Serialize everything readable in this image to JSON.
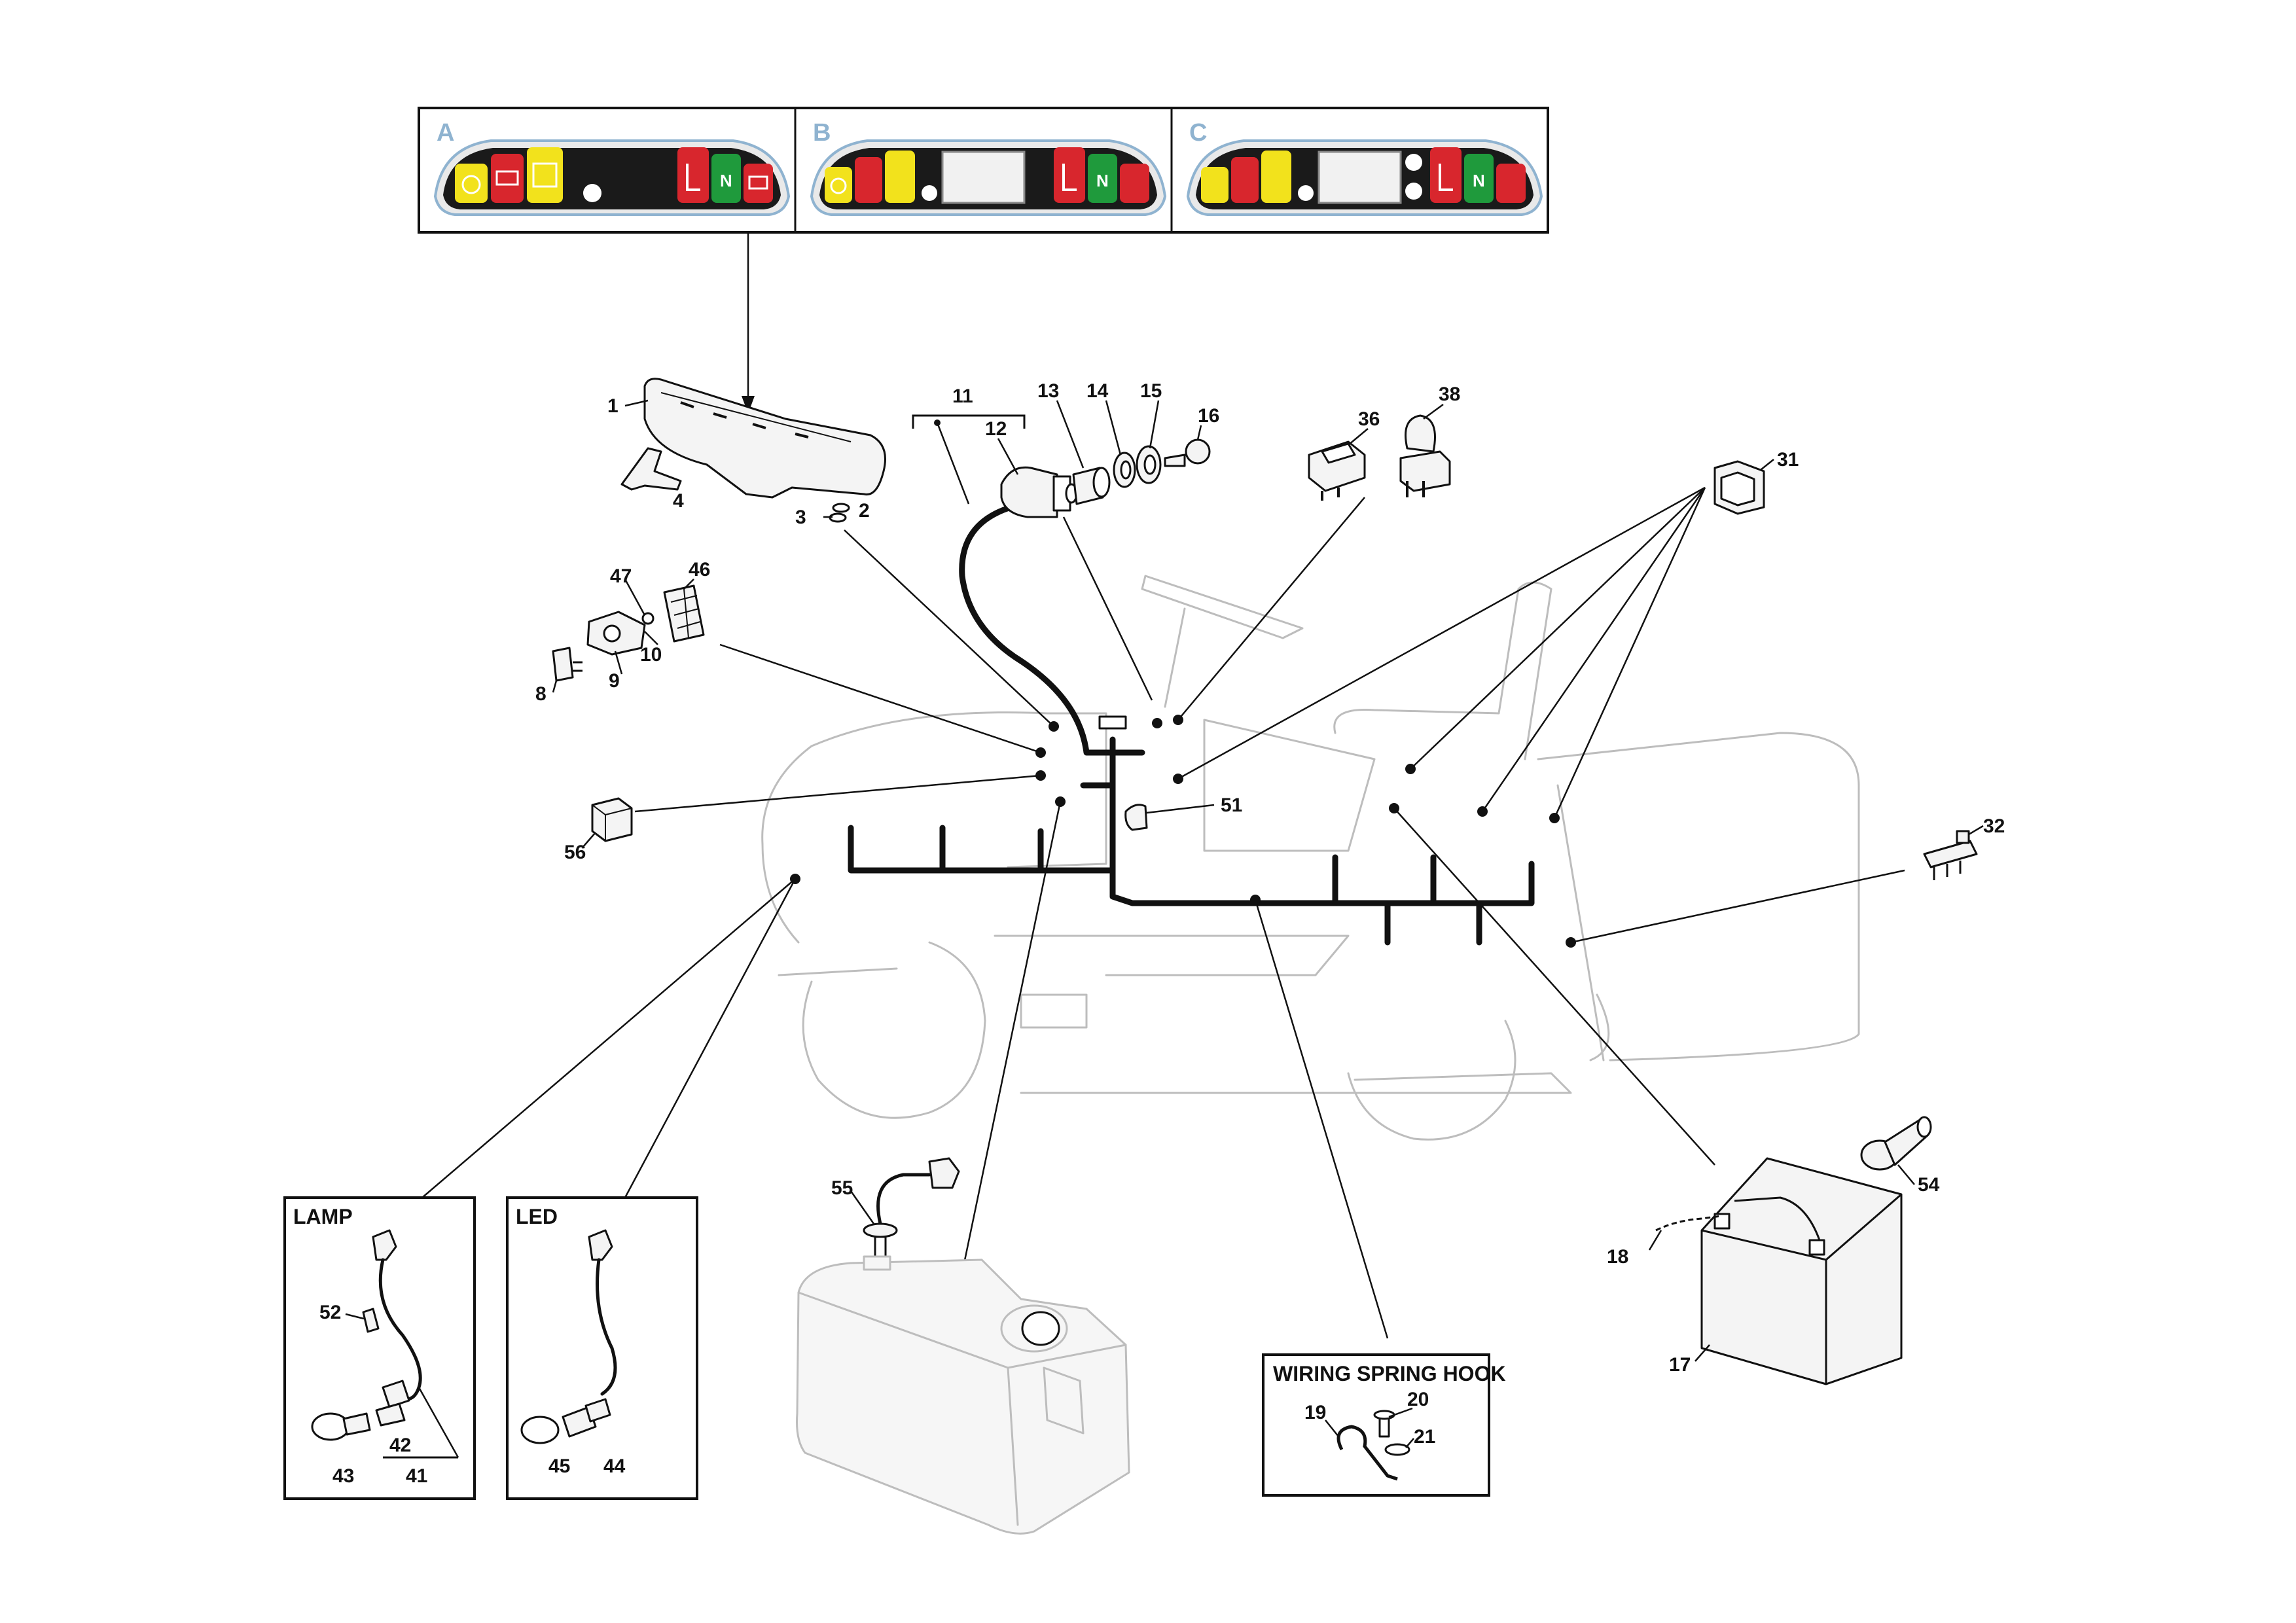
{
  "panel_variants": [
    {
      "letter": "A",
      "has_display": false,
      "has_extra_buttons": false
    },
    {
      "letter": "B",
      "has_display": true,
      "has_extra_buttons": false
    },
    {
      "letter": "C",
      "has_display": true,
      "has_extra_buttons": true
    }
  ],
  "panel_indicator_letter": "N",
  "colors": {
    "indicator_red": "#d8262d",
    "indicator_yellow": "#f2e21c",
    "indicator_green": "#1f9a3c",
    "panel_body": "#1a1a1a",
    "panel_letter": "#8fb3d0",
    "ghost_outline": "#bdbdbd"
  },
  "callouts": {
    "c1": "1",
    "c2": "2",
    "c3": "3",
    "c4": "4",
    "c8": "8",
    "c9": "9",
    "c10": "10",
    "c11": "11",
    "c12": "12",
    "c13": "13",
    "c14": "14",
    "c15": "15",
    "c16": "16",
    "c17": "17",
    "c18": "18",
    "c19": "19",
    "c20": "20",
    "c21": "21",
    "c31": "31",
    "c32": "32",
    "c36": "36",
    "c38": "38",
    "c41": "41",
    "c42": "42",
    "c43": "43",
    "c44": "44",
    "c45": "45",
    "c46": "46",
    "c47": "47",
    "c51": "51",
    "c52": "52",
    "c54": "54",
    "c55": "55",
    "c56": "56"
  },
  "boxes": {
    "lamp": {
      "title": "LAMP"
    },
    "led": {
      "title": "LED"
    },
    "spring_hook": {
      "title": "WIRING SPRING HOOK"
    }
  }
}
